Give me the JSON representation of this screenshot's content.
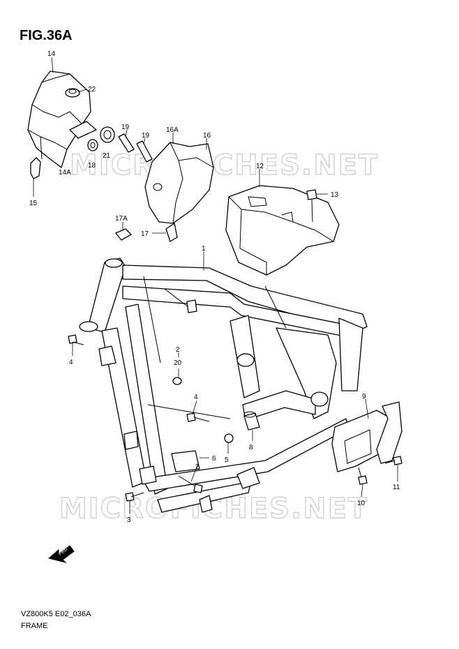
{
  "title": "FIG.36A",
  "watermark": "MICROFICHES.NET",
  "footer": {
    "code": "VZ800K5 E02_036A",
    "name": "FRAME"
  },
  "fwd_label": "FWD",
  "callouts": [
    {
      "id": "c14",
      "label": "14"
    },
    {
      "id": "c22",
      "label": "22"
    },
    {
      "id": "c19a",
      "label": "19"
    },
    {
      "id": "c19b",
      "label": "19"
    },
    {
      "id": "c16a",
      "label": "16A"
    },
    {
      "id": "c16",
      "label": "16"
    },
    {
      "id": "c21",
      "label": "21"
    },
    {
      "id": "c18",
      "label": "18"
    },
    {
      "id": "c14a",
      "label": "14A"
    },
    {
      "id": "c12",
      "label": "12"
    },
    {
      "id": "c13",
      "label": "13"
    },
    {
      "id": "c15",
      "label": "15"
    },
    {
      "id": "c17a",
      "label": "17A"
    },
    {
      "id": "c17",
      "label": "17"
    },
    {
      "id": "c1",
      "label": "1"
    },
    {
      "id": "c4a",
      "label": "4"
    },
    {
      "id": "c2",
      "label": "2"
    },
    {
      "id": "c20",
      "label": "20"
    },
    {
      "id": "c4b",
      "label": "4"
    },
    {
      "id": "c9",
      "label": "9"
    },
    {
      "id": "c8",
      "label": "8"
    },
    {
      "id": "c5",
      "label": "5"
    },
    {
      "id": "c6",
      "label": "6"
    },
    {
      "id": "c7",
      "label": "7"
    },
    {
      "id": "c11",
      "label": "11"
    },
    {
      "id": "c10",
      "label": "10"
    },
    {
      "id": "c3",
      "label": "3"
    }
  ]
}
